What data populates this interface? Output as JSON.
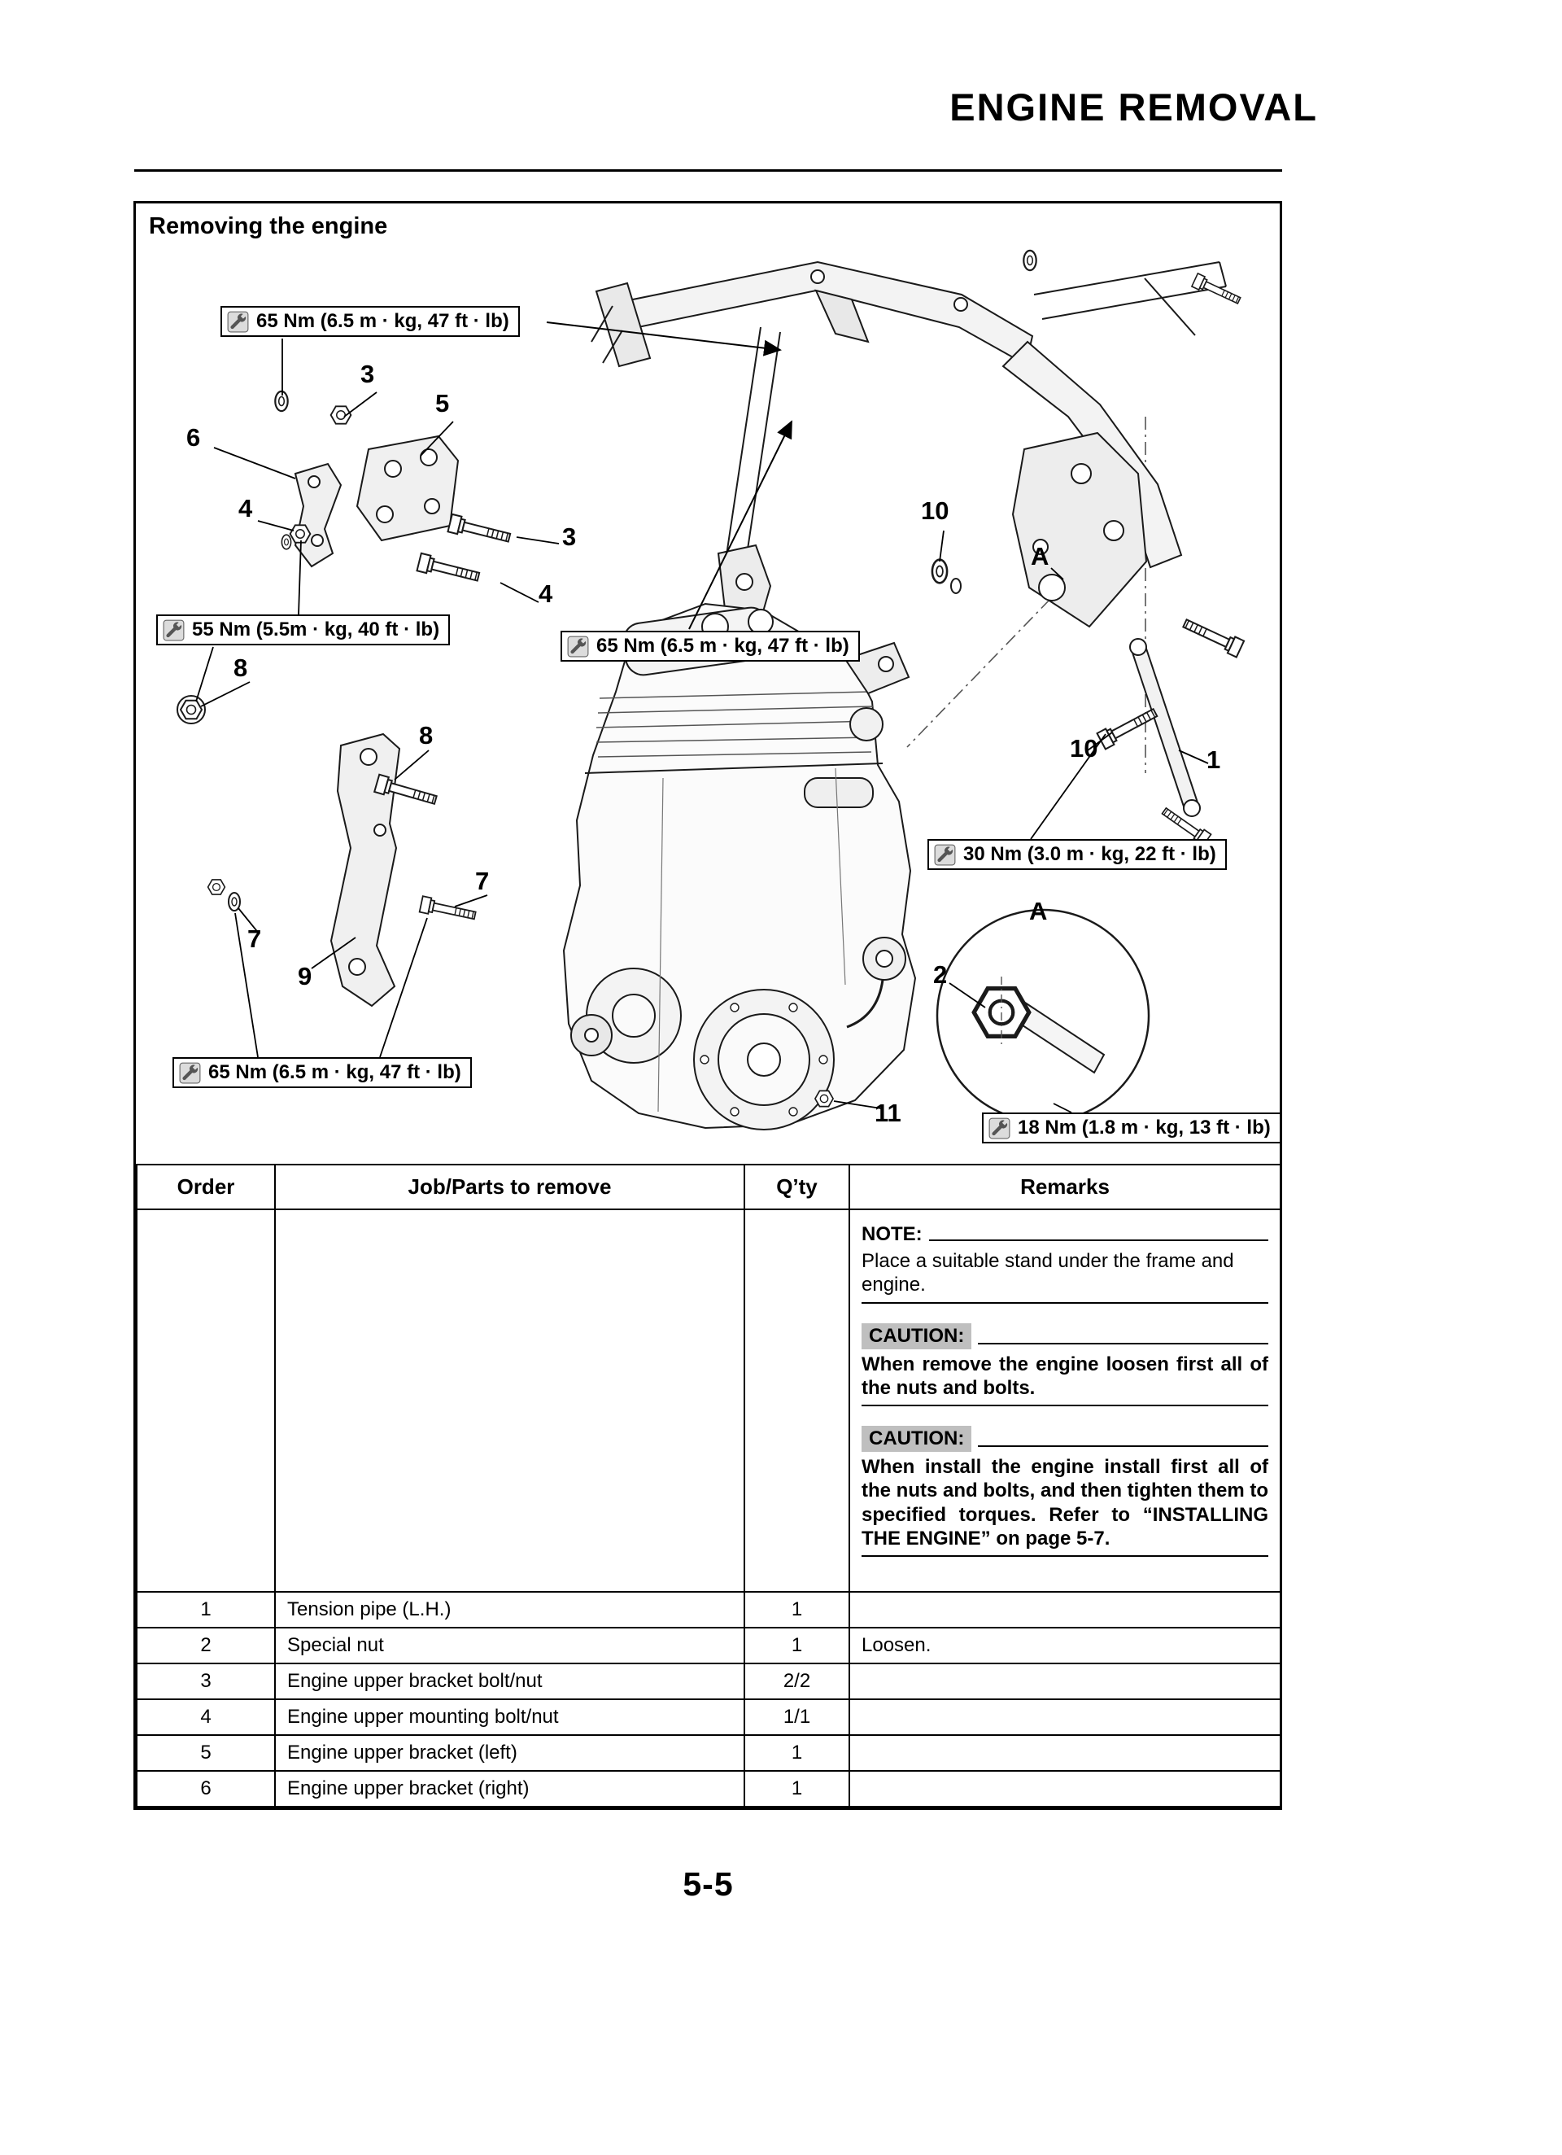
{
  "page": {
    "header_title": "ENGINE REMOVAL",
    "page_number": "5-5"
  },
  "diagram": {
    "title": "Removing the engine",
    "torque_icon": "torque-wrench-icon",
    "torque_labels": [
      {
        "icon": "torque-wrench-icon",
        "text": "65 Nm (6.5 m · kg, 47 ft · lb)"
      },
      {
        "icon": "torque-wrench-icon",
        "text": "55 Nm (5.5m · kg, 40 ft · lb)"
      },
      {
        "icon": "torque-wrench-icon",
        "text": "65 Nm (6.5 m · kg, 47 ft · lb)"
      },
      {
        "icon": "torque-wrench-icon",
        "text": "30 Nm (3.0 m · kg, 22 ft · lb)"
      },
      {
        "icon": "torque-wrench-icon",
        "text": "65 Nm (6.5 m · kg, 47 ft · lb)"
      },
      {
        "icon": "torque-wrench-icon",
        "text": "18 Nm (1.8 m · kg, 13 ft · lb)"
      }
    ],
    "callouts": [
      "3",
      "5",
      "6",
      "4",
      "3",
      "4",
      "10",
      "A",
      "8",
      "8",
      "10",
      "1",
      "7",
      "7",
      "9",
      "2",
      "A",
      "11"
    ]
  },
  "table": {
    "headers": [
      "Order",
      "Job/Parts to remove",
      "Q’ty",
      "Remarks"
    ],
    "note": {
      "label": "NOTE:",
      "text": "Place a suitable stand under the frame and engine."
    },
    "cautions": [
      {
        "label": "CAUTION:",
        "text": "When remove the engine loosen first all of the nuts and bolts."
      },
      {
        "label": "CAUTION:",
        "text": "When install the engine install first all of the nuts and bolts, and then tighten them to specified torques. Refer to “INSTALLING THE ENGINE” on page 5-7."
      }
    ],
    "rows": [
      {
        "order": "1",
        "job": "Tension pipe (L.H.)",
        "qty": "1",
        "remarks": ""
      },
      {
        "order": "2",
        "job": "Special nut",
        "qty": "1",
        "remarks": "Loosen."
      },
      {
        "order": "3",
        "job": "Engine upper bracket bolt/nut",
        "qty": "2/2",
        "remarks": ""
      },
      {
        "order": "4",
        "job": "Engine upper mounting bolt/nut",
        "qty": "1/1",
        "remarks": ""
      },
      {
        "order": "5",
        "job": "Engine upper bracket (left)",
        "qty": "1",
        "remarks": ""
      },
      {
        "order": "6",
        "job": "Engine upper bracket (right)",
        "qty": "1",
        "remarks": ""
      }
    ]
  }
}
